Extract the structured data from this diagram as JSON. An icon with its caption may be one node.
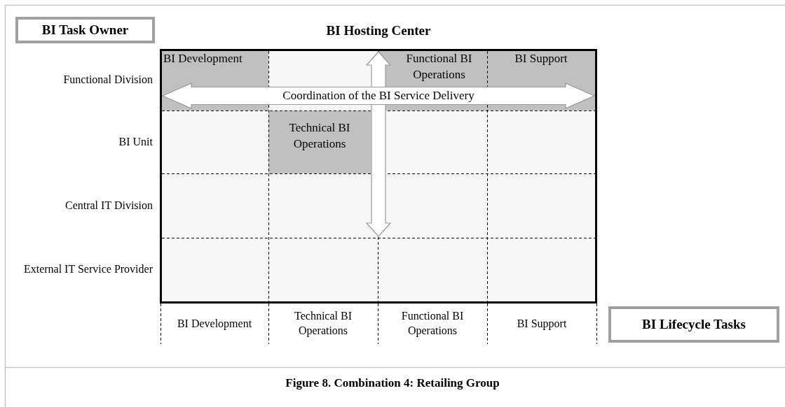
{
  "diagram": {
    "title": "BI Hosting Center",
    "caption": "Figure 8. Combination 4: Retailing Group",
    "nodes": [
      {
        "text": [
          "BI Task Owner"
        ]
      },
      {
        "text": [],
        "shape": "box"
      },
      {
        "text": [
          "BI Development"
        ],
        "in": 1
      },
      {
        "text": [
          "Functional BI Operations"
        ],
        "in": 1
      },
      {
        "text": [
          "BI Support"
        ],
        "in": 1
      },
      {
        "text": [
          "Coordination of the BI Service Delivery"
        ],
        "in": 1
      },
      {
        "text": [
          "Technical BI Operations"
        ],
        "in": 1
      },
      {
        "text": [
          "BI Lifecycle Tasks"
        ]
      }
    ],
    "labels": [
      "Functional Division",
      "BI Unit",
      "Central IT Division",
      "External IT Service Provider",
      "BI Development",
      "Technical BI Operations",
      "Functional BI Operations",
      "BI Support"
    ]
  }
}
